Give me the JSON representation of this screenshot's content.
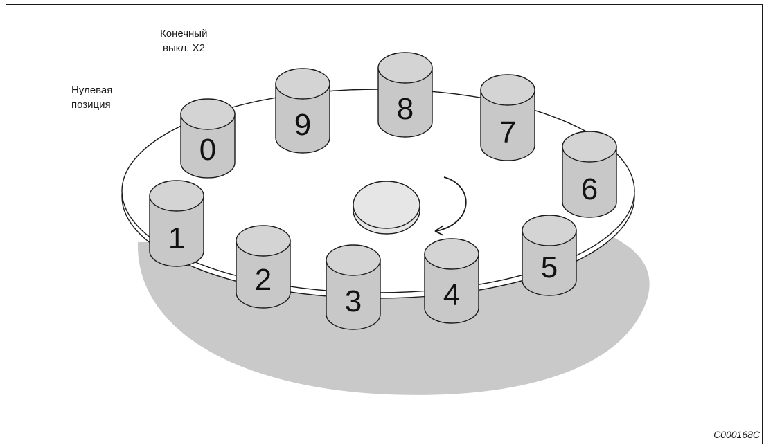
{
  "labels": {
    "limit_switch_line1": "Конечный",
    "limit_switch_line2": "выкл. X2",
    "zero_position_line1": "Нулевая",
    "zero_position_line2": "позиция"
  },
  "figure_code": "C000168C",
  "positions": [
    "0",
    "1",
    "2",
    "3",
    "4",
    "5",
    "6",
    "7",
    "8",
    "9"
  ],
  "colors": {
    "cylinder_fill": "#c8c8c8",
    "cylinder_top": "#d4d4d4",
    "turntable_fill": "#ffffff",
    "shadow_fill": "#c9c9c9",
    "hub_fill": "#e6e6e6",
    "stroke": "#1a1a1a"
  },
  "icons": [
    "rotation-arrow-icon"
  ]
}
